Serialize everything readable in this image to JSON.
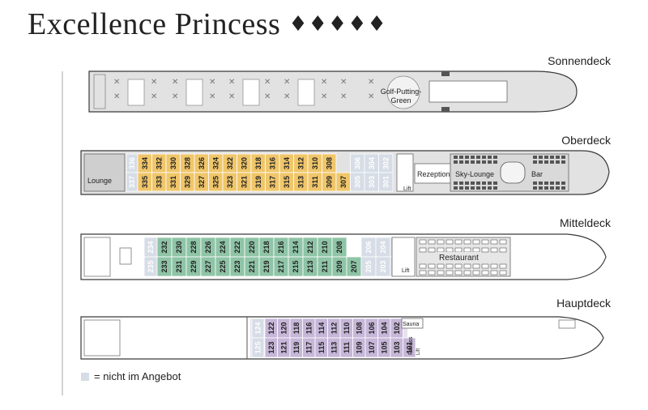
{
  "title": "Excellence Princess",
  "stars": "♦♦♦♦♦",
  "decks": {
    "sonnendeck": {
      "label": "Sonnendeck",
      "golf": [
        "Golf-Putting-",
        "Green"
      ]
    },
    "oberdeck": {
      "label": "Oberdeck",
      "top": [
        "334",
        "332",
        "330",
        "328",
        "326",
        "324",
        "322",
        "320",
        "318",
        "316",
        "314",
        "312",
        "310",
        "308"
      ],
      "bottom": [
        "335",
        "333",
        "331",
        "329",
        "327",
        "325",
        "323",
        "321",
        "319",
        "317",
        "315",
        "313",
        "311",
        "309",
        "307"
      ],
      "grey_top_left": "336",
      "grey_bottom_left": "337",
      "grey_top_right": [
        "306",
        "304",
        "302"
      ],
      "grey_bottom_right": [
        "305",
        "303",
        "301"
      ],
      "lounge": "Lounge",
      "lift": "Lift",
      "rezeption": "Rezeption",
      "sky_lounge": "Sky-Lounge",
      "bar": "Bar"
    },
    "mitteldeck": {
      "label": "Mitteldeck",
      "top": [
        "232",
        "230",
        "228",
        "226",
        "224",
        "222",
        "220",
        "218",
        "216",
        "214",
        "212",
        "210",
        "208"
      ],
      "bottom": [
        "233",
        "231",
        "229",
        "227",
        "225",
        "223",
        "221",
        "219",
        "217",
        "215",
        "213",
        "211",
        "209",
        "207"
      ],
      "grey_top_left": "234",
      "grey_bottom_left": "235",
      "grey_top_right": [
        "206",
        "204",
        "202"
      ],
      "grey_bottom_right": [
        "205",
        "203",
        "201"
      ],
      "lift": "Lift",
      "restaurant": "Restaurant"
    },
    "hauptdeck": {
      "label": "Hauptdeck",
      "top": [
        "122",
        "120",
        "118",
        "116",
        "114",
        "112",
        "110",
        "108",
        "106",
        "104",
        "102"
      ],
      "bottom": [
        "123",
        "121",
        "119",
        "117",
        "115",
        "113",
        "111",
        "109",
        "107",
        "105",
        "103",
        "101"
      ],
      "grey_top_left": "124",
      "grey_bottom_left": "125",
      "sauna": "Sauna",
      "fitness": "Fitness",
      "lift": "Lift"
    }
  },
  "legend": {
    "text": "= nicht im Angebot"
  },
  "colors": {
    "oberdeck_cabin": "#f0c66a",
    "mitteldeck_cabin": "#8fc4a7",
    "hauptdeck_cabin": "#c6b7d8",
    "not_offered": "#d6dde6",
    "deck_fill": "#e2e2e2",
    "line": "#3a3a3a"
  }
}
